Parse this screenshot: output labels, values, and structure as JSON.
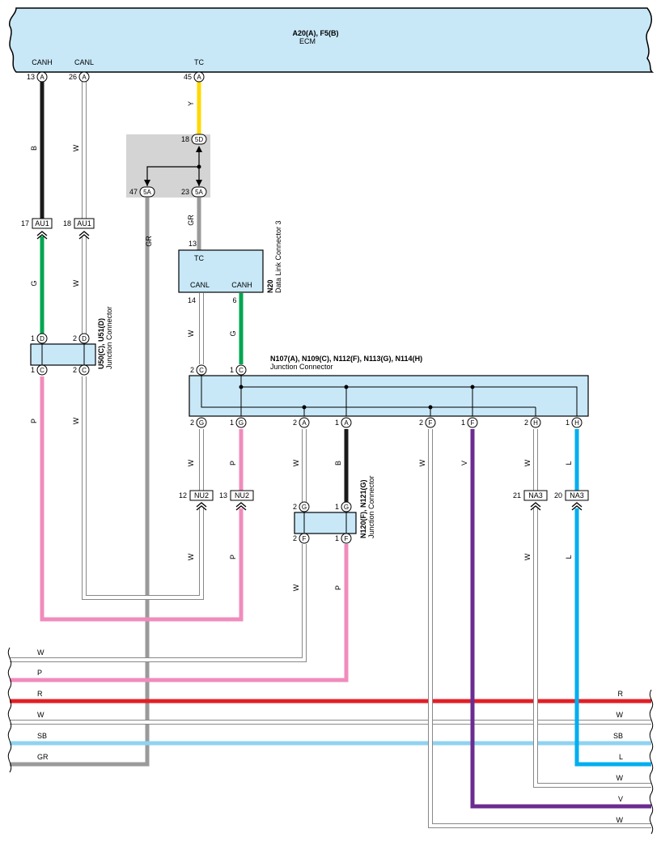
{
  "colors": {
    "B": "#1a1a1a",
    "W": "#ffffff",
    "Y": "#ffd800",
    "GR": "#9a9a9a",
    "G": "#00a651",
    "P": "#f08cbc",
    "R": "#e31e26",
    "SB": "#8fd3f0",
    "L": "#00aeef",
    "V": "#6b2c91",
    "box_fill": "#c8e8f8",
    "gray_box": "#d4d4d4"
  },
  "ecm": {
    "codes": "A20(A), F5(B)",
    "name": "ECM",
    "pins": [
      {
        "label": "CANH",
        "num": "13",
        "conn": "A"
      },
      {
        "label": "CANL",
        "num": "26",
        "conn": "A"
      },
      {
        "label": "TC",
        "num": "45",
        "conn": "A"
      }
    ]
  },
  "gray_connector": {
    "pins": [
      {
        "num": "18",
        "conn": "5D"
      },
      {
        "num": "47",
        "conn": "5A"
      },
      {
        "num": "23",
        "conn": "5A"
      }
    ]
  },
  "au1": {
    "name": "AU1",
    "pins": [
      {
        "num": "17"
      },
      {
        "num": "18"
      }
    ]
  },
  "dlc": {
    "code": "N20",
    "name": "Data Link Connector 3",
    "pin_tc": "TC",
    "pin_canl": "CANL",
    "pin_canh": "CANH",
    "num_tc": "13",
    "num_canl": "14",
    "num_canh": "6"
  },
  "u50": {
    "code": "U50(C), U51(D)",
    "name": "Junction Connector",
    "top_pins": [
      {
        "num": "1",
        "conn": "D"
      },
      {
        "num": "2",
        "conn": "D"
      }
    ],
    "bottom_pins": [
      {
        "num": "1",
        "conn": "C"
      },
      {
        "num": "2",
        "conn": "C"
      }
    ]
  },
  "n107": {
    "code": "N107(A), N109(C), N112(F), N113(G), N114(H)",
    "name": "Junction Connector",
    "top_pins": [
      {
        "num": "2",
        "conn": "C"
      },
      {
        "num": "1",
        "conn": "C"
      }
    ],
    "bottom_pins": [
      {
        "num": "2",
        "conn": "G"
      },
      {
        "num": "1",
        "conn": "G"
      },
      {
        "num": "2",
        "conn": "A"
      },
      {
        "num": "1",
        "conn": "A"
      },
      {
        "num": "2",
        "conn": "F"
      },
      {
        "num": "1",
        "conn": "F"
      },
      {
        "num": "2",
        "conn": "H"
      },
      {
        "num": "1",
        "conn": "H"
      }
    ]
  },
  "nu2": {
    "name": "NU2",
    "pins": [
      {
        "num": "12"
      },
      {
        "num": "13"
      }
    ]
  },
  "na3": {
    "name": "NA3",
    "pins": [
      {
        "num": "21"
      },
      {
        "num": "20"
      }
    ]
  },
  "n120": {
    "code": "N120(F), N121(G)",
    "name": "Junction Connector",
    "top_pins": [
      {
        "num": "2",
        "conn": "G"
      },
      {
        "num": "1",
        "conn": "G"
      }
    ],
    "bottom_pins": [
      {
        "num": "2",
        "conn": "F"
      },
      {
        "num": "1",
        "conn": "F"
      }
    ]
  },
  "wire_labels": [
    "B",
    "W",
    "Y",
    "GR",
    "GR",
    "G",
    "W",
    "W",
    "G",
    "P",
    "W",
    "W",
    "P",
    "W",
    "B",
    "W",
    "V",
    "W",
    "L",
    "W",
    "P",
    "W",
    "P",
    "W",
    "L"
  ],
  "bus_left_labels": [
    "W",
    "P",
    "R",
    "W",
    "SB",
    "GR"
  ],
  "bus_right_labels": [
    "R",
    "W",
    "SB",
    "L",
    "W",
    "V",
    "W"
  ]
}
